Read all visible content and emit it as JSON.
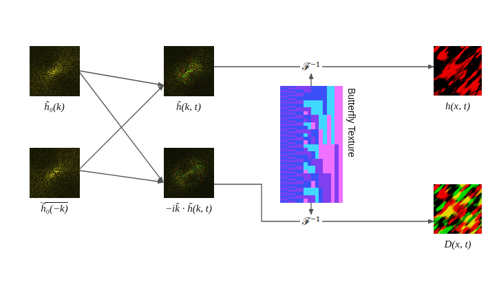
{
  "diagram": {
    "nodes": [
      {
        "text": [
          "h̃₀(k)"
        ]
      },
      {
        "text": [
          "h̃₀(−k)"
        ]
      },
      {
        "text": [
          "h̃(k, t)"
        ]
      },
      {
        "text": [
          "−ik̂ · h̃(k, t)"
        ]
      },
      {
        "text": [
          "ℱ⁻¹"
        ]
      },
      {
        "text": [
          "Butterfly Texture"
        ]
      },
      {
        "text": [
          "ℱ⁻¹"
        ]
      },
      {
        "text": [
          "h(x, t)"
        ]
      },
      {
        "text": [
          "D(x, t)"
        ]
      }
    ],
    "edges": [
      {
        "from": 0,
        "to": 2,
        "arrow": "to"
      },
      {
        "from": 0,
        "to": 3,
        "arrow": "to"
      },
      {
        "from": 1,
        "to": 2,
        "arrow": "to"
      },
      {
        "from": 1,
        "to": 3,
        "arrow": "to"
      },
      {
        "from": 2,
        "to": 4,
        "arrow": "none"
      },
      {
        "from": 4,
        "to": 7,
        "arrow": "to"
      },
      {
        "from": 5,
        "to": 4,
        "arrow": "to"
      },
      {
        "from": 3,
        "to": 6,
        "arrow": "none"
      },
      {
        "from": 6,
        "to": 8,
        "arrow": "to"
      },
      {
        "from": 5,
        "to": 6,
        "arrow": "to"
      }
    ]
  }
}
